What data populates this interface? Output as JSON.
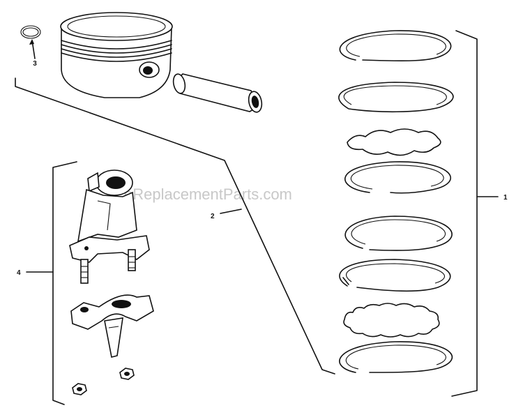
{
  "callouts": {
    "piston_ring_set": "1",
    "piston_assembly": "2",
    "retaining_ring": "3",
    "connecting_rod": "4"
  },
  "watermark": "eReplacementParts.com",
  "colors": {
    "line": "#111111",
    "watermark": "#c8c8c8",
    "background": "#ffffff"
  }
}
